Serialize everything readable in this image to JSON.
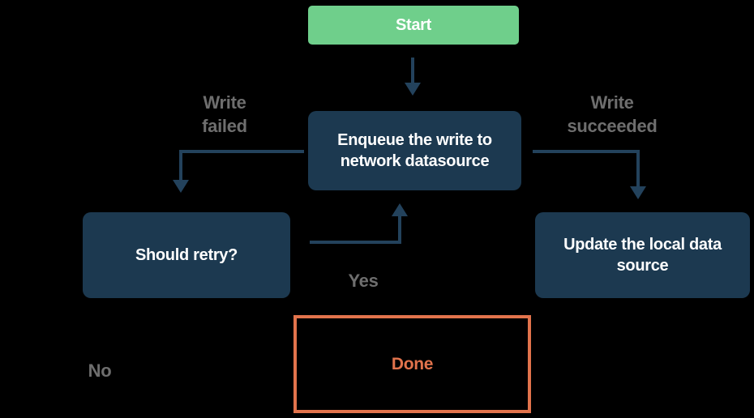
{
  "colors": {
    "background": "#000000",
    "node_fill": "#1C3950",
    "node_text": "#FFFFFF",
    "start_fill": "#6FCF8B",
    "start_text": "#FFFFFF",
    "arrow": "#23425C",
    "edge_label_text": "#6E6E6E",
    "done_accent": "#E2734C"
  },
  "nodes": {
    "start": {
      "label": "Start"
    },
    "enqueue": {
      "label": "Enqueue the write to\nnetwork datasource"
    },
    "should_retry": {
      "label": "Should retry?"
    },
    "update_local": {
      "label": "Update the local data\nsource"
    },
    "done": {
      "label": "Done"
    }
  },
  "edge_labels": {
    "write_failed": "Write\nfailed",
    "write_succeeded": "Write\nsucceeded",
    "yes": "Yes",
    "no": "No"
  }
}
